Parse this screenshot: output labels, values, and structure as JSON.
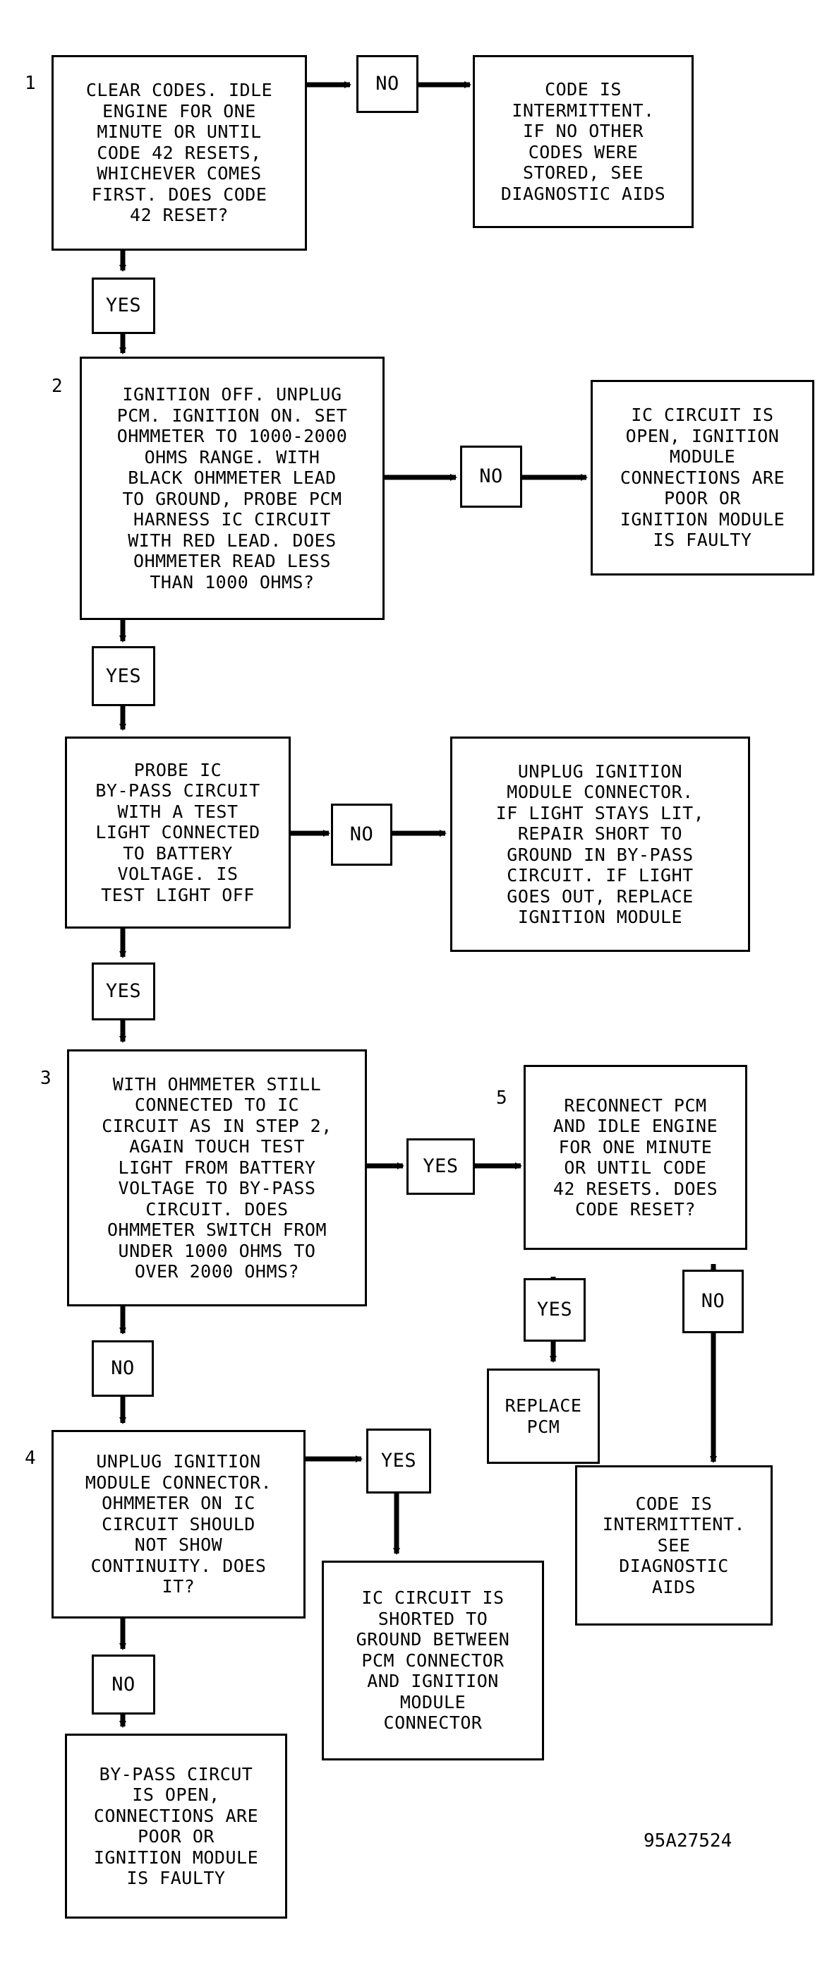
{
  "steps": {
    "s1": "1",
    "s2": "2",
    "s3": "3",
    "s4": "4",
    "s5": "5"
  },
  "boxes": {
    "q1": "CLEAR CODES. IDLE\nENGINE FOR ONE\nMINUTE OR UNTIL\nCODE 42 RESETS,\nWHICHEVER COMES\nFIRST. DOES CODE\n42 RESET?",
    "no1": "NO",
    "r1": "CODE IS\nINTERMITTENT.\nIF NO OTHER\nCODES WERE\nSTORED, SEE\nDIAGNOSTIC AIDS",
    "yes1": "YES",
    "q2": "IGNITION OFF. UNPLUG\nPCM. IGNITION ON. SET\nOHMMETER TO 1000-2000\nOHMS RANGE. WITH\nBLACK OHMMETER LEAD\nTO GROUND, PROBE PCM\nHARNESS IC CIRCUIT\nWITH RED LEAD. DOES\nOHMMETER READ LESS\nTHAN 1000 OHMS?",
    "no2": "NO",
    "r2": "IC CIRCUIT IS\nOPEN, IGNITION\nMODULE\nCONNECTIONS ARE\nPOOR OR\nIGNITION MODULE\nIS FAULTY",
    "yes2": "YES",
    "q2b": "PROBE IC\nBY-PASS CIRCUIT\nWITH A TEST\nLIGHT CONNECTED\nTO BATTERY\nVOLTAGE. IS\nTEST LIGHT OFF",
    "no2b": "NO",
    "r2b": "UNPLUG IGNITION\nMODULE CONNECTOR.\nIF LIGHT STAYS LIT,\nREPAIR SHORT TO\nGROUND IN BY-PASS\nCIRCUIT. IF LIGHT\nGOES OUT, REPLACE\nIGNITION MODULE",
    "yes2b": "YES",
    "q3": "WITH OHMMETER STILL\nCONNECTED TO IC\nCIRCUIT AS IN STEP 2,\nAGAIN TOUCH TEST\nLIGHT FROM BATTERY\nVOLTAGE TO BY-PASS\nCIRCUIT. DOES\nOHMMETER SWITCH FROM\nUNDER 1000 OHMS TO\nOVER 2000 OHMS?",
    "yes3": "YES",
    "q5": "RECONNECT PCM\nAND IDLE ENGINE\nFOR ONE MINUTE\nOR UNTIL CODE\n42 RESETS. DOES\nCODE RESET?",
    "yes5": "YES",
    "r5yes": "REPLACE\nPCM",
    "no5": "NO",
    "r5no": "CODE IS\nINTERMITTENT.\nSEE\nDIAGNOSTIC\nAIDS",
    "no3": "NO",
    "q4": "UNPLUG IGNITION\nMODULE CONNECTOR.\nOHMMETER ON IC\nCIRCUIT SHOULD\nNOT SHOW\nCONTINUITY. DOES\nIT?",
    "yes4": "YES",
    "r4yes": "IC CIRCUIT IS\nSHORTED TO\nGROUND BETWEEN\nPCM CONNECTOR\nAND IGNITION\nMODULE\nCONNECTOR",
    "no4": "NO",
    "r4no": "BY-PASS CIRCUT\nIS OPEN,\nCONNECTIONS ARE\nPOOR OR\nIGNITION MODULE\nIS FAULTY"
  },
  "figure_id": "95A27524",
  "line_color": "#000000"
}
